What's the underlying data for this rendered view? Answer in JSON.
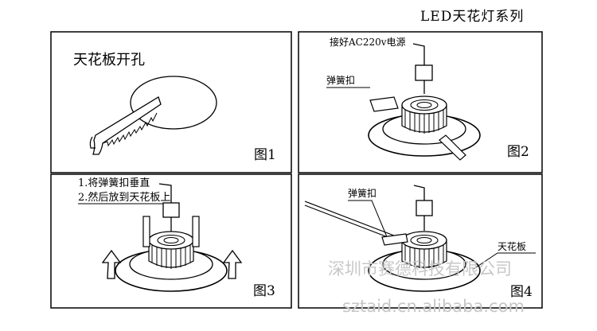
{
  "title": "LED天花灯系列",
  "panels": {
    "p1": {
      "caption": "天花板开孔",
      "figure": "图1"
    },
    "p2": {
      "power_label": "接好AC220v电源",
      "spring_label": "弹簧扣",
      "figure": "图2"
    },
    "p3": {
      "step1": "1.将弹簧扣垂直",
      "step2": "2.然后放到天花板上",
      "figure": "图3"
    },
    "p4": {
      "spring_label": "弹簧扣",
      "ceiling_label": "天花板",
      "figure": "图4"
    }
  },
  "watermark": {
    "company": "深圳市赛德科技有限公司",
    "url": "sztaid.cn.alibaba.com"
  }
}
